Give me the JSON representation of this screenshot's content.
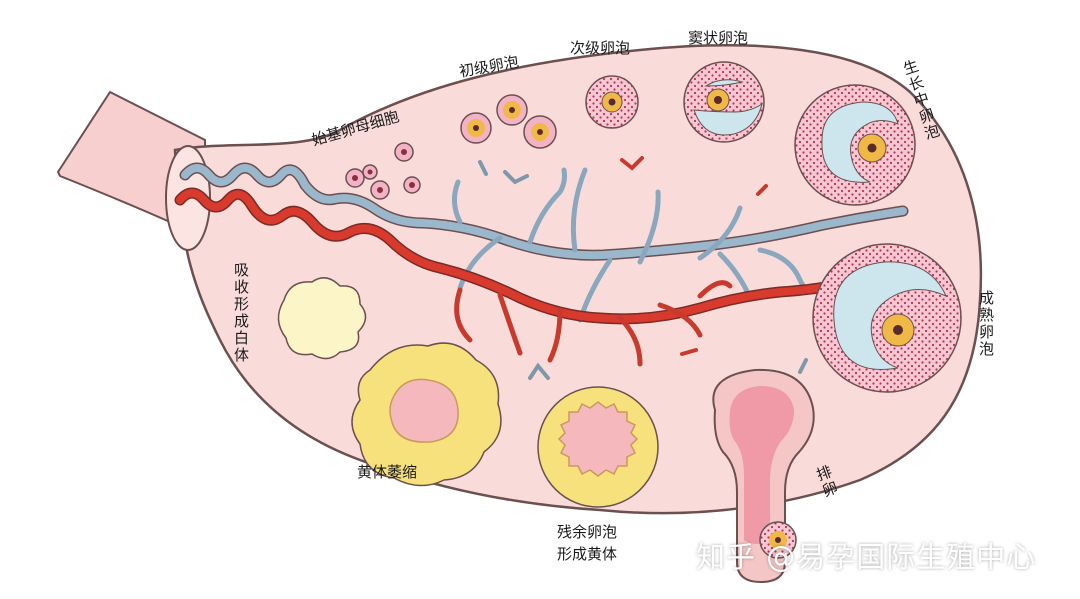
{
  "labels": {
    "primordial": "始基卵母细胞",
    "primary": "初级卵泡",
    "secondary": "次级卵泡",
    "antral": "窦状卵泡",
    "growing": "生长中卵泡",
    "mature": "成熟卵泡",
    "ovulation": "排卵",
    "corpus_luteum_line1": "残余卵泡",
    "corpus_luteum_line2": "形成黄体",
    "luteal_atrophy": "黄体萎缩",
    "corpus_albicans": "吸收形成白体"
  },
  "watermark": "知乎 @易孕国际生殖中心",
  "colors": {
    "ovary_fill": "#f9dcda",
    "outline": "#6b5050",
    "artery": "#d93a2e",
    "vein": "#9ab7cc",
    "follicle_pink": "#f3b3c6",
    "dots": "#b8344f",
    "antrum": "#cde6ee",
    "oocyte": "#f0b846",
    "luteum_yellow": "#f7e17c",
    "albicans": "#fbf5c8"
  }
}
